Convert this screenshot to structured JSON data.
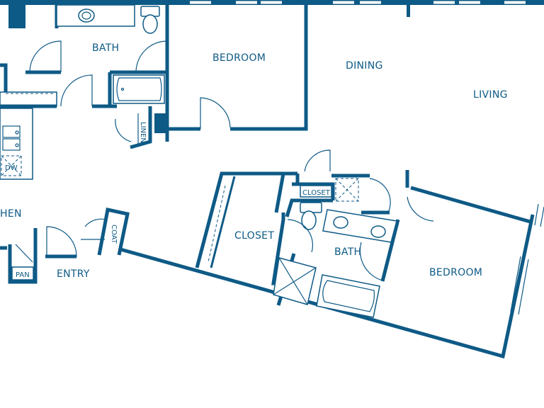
{
  "colors": {
    "wall": "#0e5a86",
    "background": "#ffffff"
  },
  "rooms": {
    "bath_upper": "BATH",
    "bedroom_upper": "BEDROOM",
    "dining": "DINING",
    "living": "LIVING",
    "kitchen_partial": "HEN",
    "entry": "ENTRY",
    "closet_main": "CLOSET",
    "bath_lower": "BATH",
    "bedroom_lower": "BEDROOM"
  },
  "small_labels": {
    "linen": "LINEN",
    "coat": "COAT",
    "closet_small": "CLOSET",
    "pantry": "PAN",
    "dishwasher": "DW"
  }
}
